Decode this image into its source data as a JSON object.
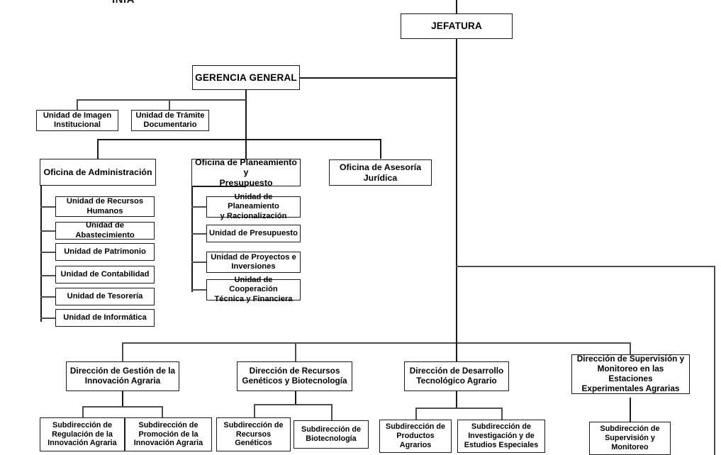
{
  "chart_data": {
    "type": "diagram",
    "title": "INIA",
    "diagram_kind": "organizational-chart",
    "orientation": "top-down",
    "nodes": [
      {
        "id": "jefatura",
        "label": "JEFATURA",
        "level": 0
      },
      {
        "id": "gerencia",
        "label": "GERENCIA GENERAL",
        "level": 1
      },
      {
        "id": "imagen",
        "label": "Unidad de Imagen\nInstitucional",
        "level": 2
      },
      {
        "id": "tramite",
        "label": "Unidad de Trámite\nDocumentario",
        "level": 2
      },
      {
        "id": "administracion",
        "label": "Oficina  de Administración",
        "level": 2
      },
      {
        "id": "planeamiento",
        "label": "Oficina de Planeamiento y\nPresupuesto",
        "level": 2
      },
      {
        "id": "juridica",
        "label": "Oficina de Asesoría\nJurídica",
        "level": 2
      },
      {
        "id": "rrhh",
        "label": "Unidad de Recursos\nHumanos",
        "level": 3
      },
      {
        "id": "abastecimiento",
        "label": "Unidad de Abastecimiento",
        "level": 3
      },
      {
        "id": "patrimonio",
        "label": "Unidad de Patrimonio",
        "level": 3
      },
      {
        "id": "contabilidad",
        "label": "Unidad de Contabilidad",
        "level": 3
      },
      {
        "id": "tesoreria",
        "label": "Unidad de Tesorería",
        "level": 3
      },
      {
        "id": "informatica",
        "label": "Unidad de Informática",
        "level": 3
      },
      {
        "id": "planrac",
        "label": "Unidad de Planeamiento\ny Racionalización",
        "level": 3
      },
      {
        "id": "presupuesto",
        "label": "Unidad de Presupuesto",
        "level": 3
      },
      {
        "id": "proyectos",
        "label": "Unidad de Proyectos e\nInversiones",
        "level": 3
      },
      {
        "id": "cooperacion",
        "label": "Unidad de Cooperación\nTécnica y Financiera",
        "level": 3
      },
      {
        "id": "dir-gestion",
        "label": "Dirección de Gestión de la\nInnovación Agraria",
        "level": 2
      },
      {
        "id": "dir-recursos",
        "label": "Dirección de Recursos\nGenéticos y Biotecnología",
        "level": 2
      },
      {
        "id": "dir-desarrollo",
        "label": "Dirección de Desarrollo\nTecnológico Agrario",
        "level": 2
      },
      {
        "id": "dir-supervision",
        "label": "Dirección de Supervisión y\nMonitoreo en las Estaciones\nExperimentales Agrarias",
        "level": 2
      },
      {
        "id": "sub-regulacion",
        "label": "Subdirección de\nRegulación de la\nInnovación Agraria",
        "level": 3
      },
      {
        "id": "sub-promocion",
        "label": "Subdirección de\nPromoción de la\nInnovación Agraria",
        "level": 3
      },
      {
        "id": "sub-recursos",
        "label": "Subdirección de\nRecursos\nGenéticos",
        "level": 3
      },
      {
        "id": "sub-biotec",
        "label": "Subdirección de\nBiotecnología",
        "level": 3
      },
      {
        "id": "sub-productos",
        "label": "Subdirección de\nProductos\nAgrarios",
        "level": 3
      },
      {
        "id": "sub-investigacion",
        "label": "Subdirección de\nInvestigación y de\nEstudios  Especiales",
        "level": 3
      },
      {
        "id": "sub-supervision",
        "label": "Subdirección de\nSupervisión y\nMonitoreo",
        "level": 3
      }
    ],
    "edges": [
      {
        "from": "jefatura",
        "to": "gerencia"
      },
      {
        "from": "gerencia",
        "to": "imagen"
      },
      {
        "from": "gerencia",
        "to": "tramite"
      },
      {
        "from": "gerencia",
        "to": "administracion"
      },
      {
        "from": "gerencia",
        "to": "planeamiento"
      },
      {
        "from": "gerencia",
        "to": "juridica"
      },
      {
        "from": "administracion",
        "to": "rrhh"
      },
      {
        "from": "administracion",
        "to": "abastecimiento"
      },
      {
        "from": "administracion",
        "to": "patrimonio"
      },
      {
        "from": "administracion",
        "to": "contabilidad"
      },
      {
        "from": "administracion",
        "to": "tesoreria"
      },
      {
        "from": "administracion",
        "to": "informatica"
      },
      {
        "from": "planeamiento",
        "to": "planrac"
      },
      {
        "from": "planeamiento",
        "to": "presupuesto"
      },
      {
        "from": "planeamiento",
        "to": "proyectos"
      },
      {
        "from": "planeamiento",
        "to": "cooperacion"
      },
      {
        "from": "jefatura",
        "to": "dir-gestion"
      },
      {
        "from": "jefatura",
        "to": "dir-recursos"
      },
      {
        "from": "jefatura",
        "to": "dir-desarrollo"
      },
      {
        "from": "jefatura",
        "to": "dir-supervision"
      },
      {
        "from": "dir-gestion",
        "to": "sub-regulacion"
      },
      {
        "from": "dir-gestion",
        "to": "sub-promocion"
      },
      {
        "from": "dir-recursos",
        "to": "sub-recursos"
      },
      {
        "from": "dir-recursos",
        "to": "sub-biotec"
      },
      {
        "from": "dir-desarrollo",
        "to": "sub-productos"
      },
      {
        "from": "dir-desarrollo",
        "to": "sub-investigacion"
      },
      {
        "from": "dir-supervision",
        "to": "sub-supervision"
      }
    ],
    "colors": {
      "box_border": "#1a1a1a",
      "box_fill": "#ffffff",
      "connector": "#1a1a1a",
      "text": "#000000"
    }
  },
  "header": {
    "acronym": "INIA"
  },
  "boxes": {
    "jefatura": "JEFATURA",
    "gerencia": "GERENCIA GENERAL",
    "imagen": "Unidad de Imagen\nInstitucional",
    "tramite": "Unidad de Trámite\nDocumentario",
    "administracion": "Oficina  de Administración",
    "planeamiento": "Oficina de Planeamiento y\nPresupuesto",
    "juridica": "Oficina de Asesoría\nJurídica",
    "rrhh": "Unidad de Recursos\nHumanos",
    "abastecimiento": "Unidad de Abastecimiento",
    "patrimonio": "Unidad de Patrimonio",
    "contabilidad": "Unidad de Contabilidad",
    "tesoreria": "Unidad de Tesorería",
    "informatica": "Unidad de Informática",
    "planrac": "Unidad de Planeamiento\ny Racionalización",
    "presupuesto": "Unidad de Presupuesto",
    "proyectos": "Unidad de Proyectos e\nInversiones",
    "cooperacion": "Unidad de Cooperación\nTécnica y Financiera",
    "dir_gestion": "Dirección de Gestión de la\nInnovación Agraria",
    "dir_recursos": "Dirección de Recursos\nGenéticos y Biotecnología",
    "dir_desarrollo": "Dirección de Desarrollo\nTecnológico Agrario",
    "dir_supervision": "Dirección de Supervisión y\nMonitoreo en las Estaciones\nExperimentales Agrarias",
    "sub_regulacion": "Subdirección de\nRegulación de la\nInnovación Agraria",
    "sub_promocion": "Subdirección de\nPromoción de la\nInnovación Agraria",
    "sub_recursos": "Subdirección de\nRecursos\nGenéticos",
    "sub_biotec": "Subdirección de\nBiotecnología",
    "sub_productos": "Subdirección de\nProductos\nAgrarios",
    "sub_investigacion": "Subdirección de\nInvestigación y de\nEstudios  Especiales",
    "sub_supervision": "Subdirección de\nSupervisión y\nMonitoreo"
  }
}
